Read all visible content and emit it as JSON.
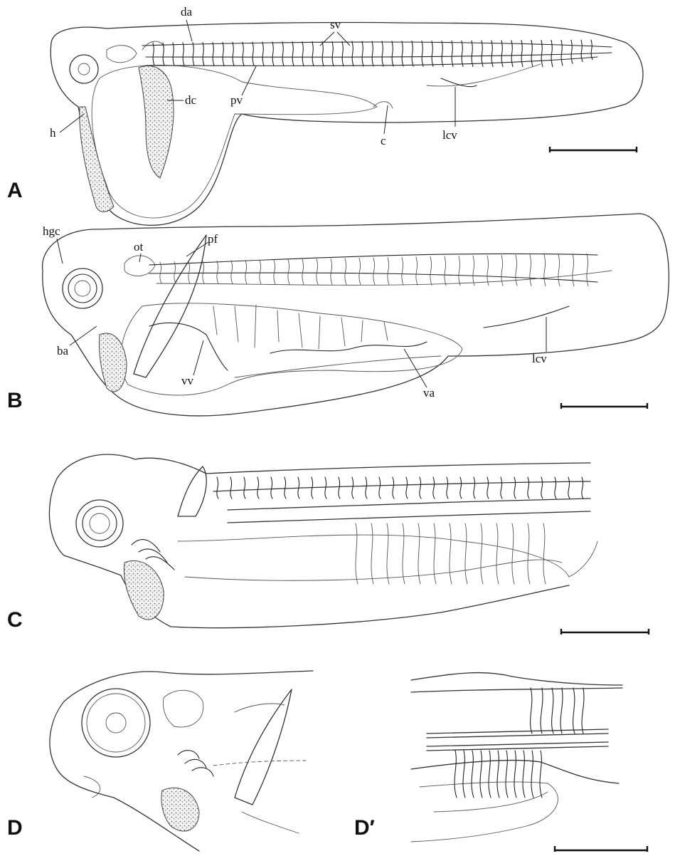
{
  "panels": {
    "A": {
      "letter": "A",
      "labels": {
        "da": "da",
        "sv": "sv",
        "dc": "dc",
        "pv": "pv",
        "h": "h",
        "c": "c",
        "lcv": "lcv"
      }
    },
    "B": {
      "letter": "B",
      "labels": {
        "hgc": "hgc",
        "ot": "ot",
        "pf": "pf",
        "ba": "ba",
        "vv": "vv",
        "va": "va",
        "lcv": "lcv"
      }
    },
    "C": {
      "letter": "C"
    },
    "D": {
      "letter": "D"
    },
    "D_prime": {
      "letter": "D′"
    }
  }
}
